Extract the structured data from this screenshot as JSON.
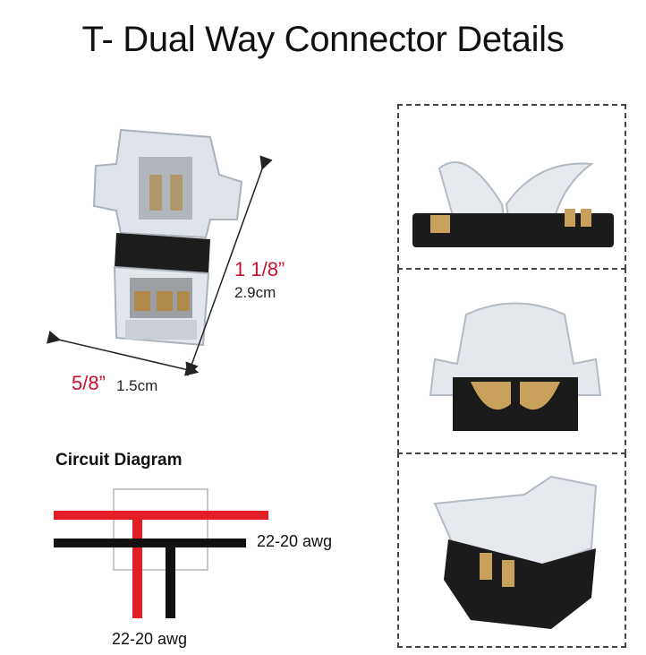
{
  "title": "T- Dual Way Connector Details",
  "dimensions": {
    "length_inch": "1 1/8”",
    "length_cm": "2.9cm",
    "width_inch": "5/8”",
    "width_cm": "1.5cm"
  },
  "circuit": {
    "heading": "Circuit Diagram",
    "awg_right": "22-20 awg",
    "awg_bottom": "22-20 awg"
  },
  "colors": {
    "red_wire": "#e41e26",
    "black_wire": "#111111",
    "accent_red": "#c8102e"
  }
}
